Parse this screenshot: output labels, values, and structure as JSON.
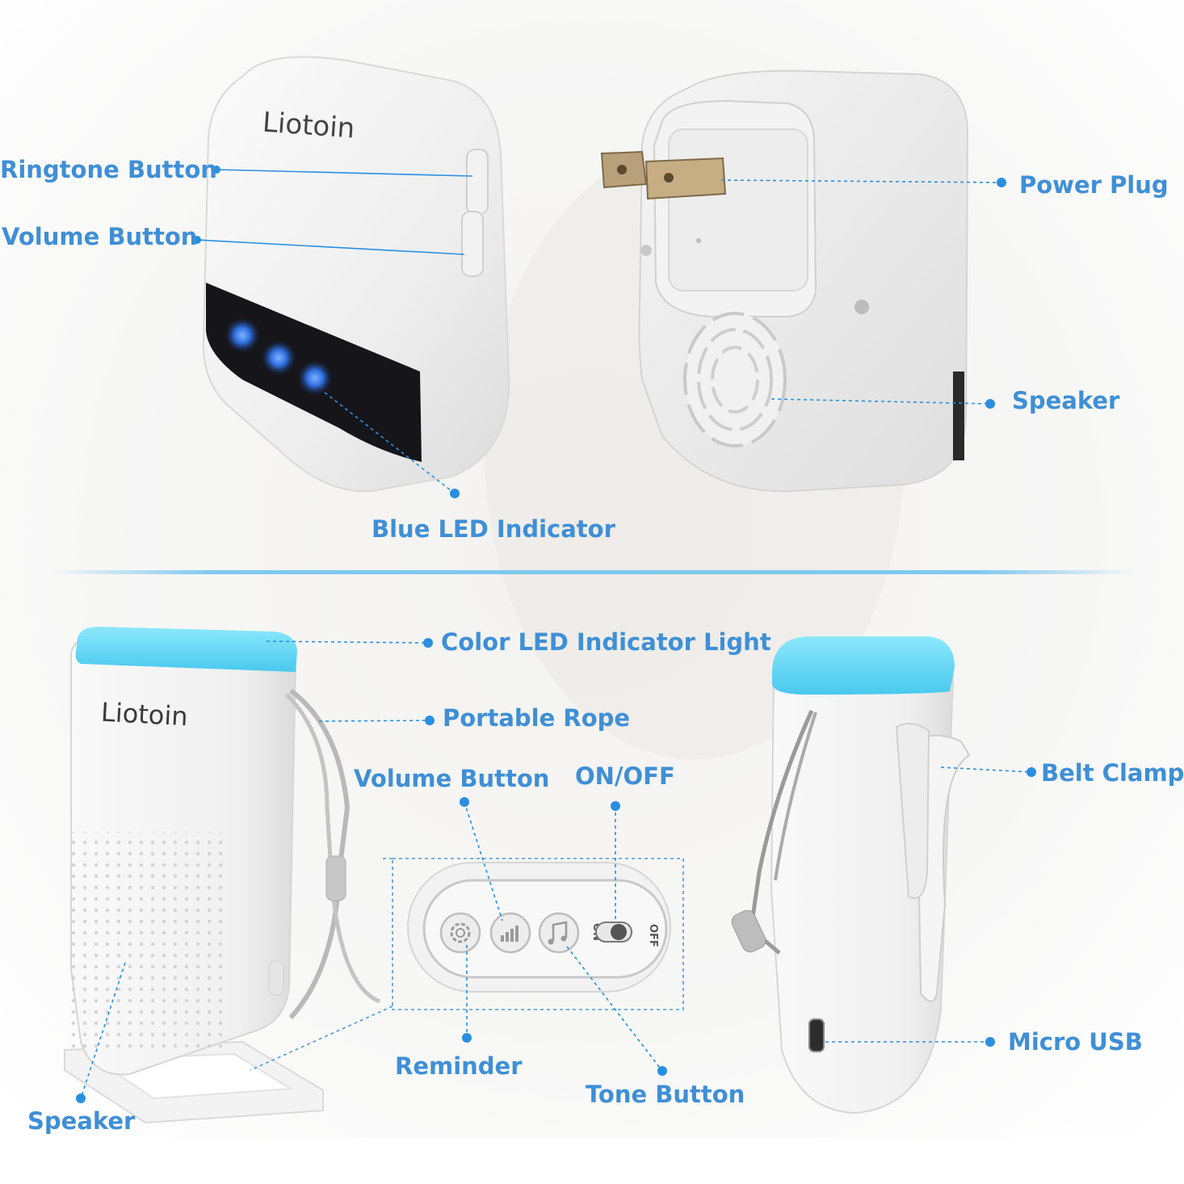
{
  "brand": {
    "logo_text": "Liotoin"
  },
  "colors": {
    "label_blue": "#3f8fd6",
    "leader_blue": "#2a8fe0",
    "led_blue": "#2f6fe0",
    "cyan_glow": "#62d8f2",
    "device_white": "#f4f4f4",
    "divider": "#7ec8ef"
  },
  "labels": {
    "ringtone_button": "Ringtone Button",
    "volume_button_top": "Volume Button",
    "blue_led": "Blue LED Indicator",
    "power_plug": "Power Plug",
    "speaker_top": "Speaker",
    "color_led": "Color LED Indicator Light",
    "portable_rope": "Portable Rope",
    "volume_button_bottom": "Volume Button",
    "on_off": "ON/OFF",
    "belt_clamp": "Belt Clamp",
    "reminder": "Reminder",
    "tone_button": "Tone Button",
    "micro_usb": "Micro USB",
    "speaker_bottom": "Speaker"
  },
  "switch": {
    "on": "ON",
    "off": "OFF"
  },
  "icons": {
    "reminder": "gear-icon",
    "volume": "signal-bars-icon",
    "tone": "music-note-icon"
  }
}
